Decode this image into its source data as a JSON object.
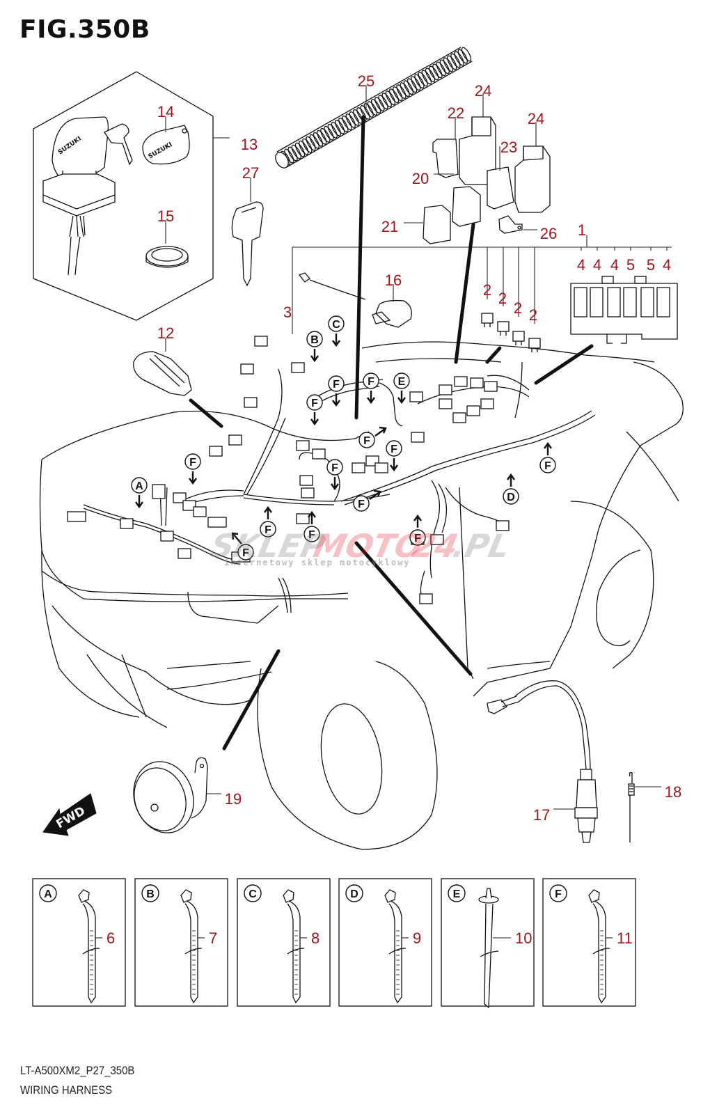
{
  "figure": {
    "title": "FIG.350B",
    "model_code": "LT-A500XM2_P27_350B",
    "section_name": "WIRING HARNESS",
    "callout_color": "#a0141c",
    "line_color": "#111111"
  },
  "watermark": {
    "brand_left": "SKLEP",
    "brand_mid": "MOTO",
    "brand_num": "24",
    "brand_right": ".PL",
    "tagline": "internetowy sklep motocyklowy"
  },
  "callouts": [
    {
      "id": "1",
      "label": "1"
    },
    {
      "id": "2a",
      "label": "2"
    },
    {
      "id": "2b",
      "label": "2"
    },
    {
      "id": "2c",
      "label": "2"
    },
    {
      "id": "2d",
      "label": "2"
    },
    {
      "id": "3",
      "label": "3"
    },
    {
      "id": "4a",
      "label": "4"
    },
    {
      "id": "4b",
      "label": "4"
    },
    {
      "id": "4c",
      "label": "4"
    },
    {
      "id": "5a",
      "label": "5"
    },
    {
      "id": "5b",
      "label": "5"
    },
    {
      "id": "4d",
      "label": "4"
    },
    {
      "id": "12",
      "label": "12"
    },
    {
      "id": "13",
      "label": "13"
    },
    {
      "id": "14",
      "label": "14"
    },
    {
      "id": "15",
      "label": "15"
    },
    {
      "id": "16",
      "label": "16"
    },
    {
      "id": "17",
      "label": "17"
    },
    {
      "id": "18",
      "label": "18"
    },
    {
      "id": "19",
      "label": "19"
    },
    {
      "id": "20",
      "label": "20"
    },
    {
      "id": "21",
      "label": "21"
    },
    {
      "id": "22",
      "label": "22"
    },
    {
      "id": "23",
      "label": "23"
    },
    {
      "id": "24a",
      "label": "24"
    },
    {
      "id": "24b",
      "label": "24"
    },
    {
      "id": "25",
      "label": "25"
    },
    {
      "id": "26",
      "label": "26"
    },
    {
      "id": "27",
      "label": "27"
    }
  ],
  "clamp_refs_on_harness": [
    "A",
    "B",
    "C",
    "D",
    "E",
    "F"
  ],
  "detail_panels": [
    {
      "ref": "A",
      "part": "6",
      "type": "clamp-tie"
    },
    {
      "ref": "B",
      "part": "7",
      "type": "clamp-tie"
    },
    {
      "ref": "C",
      "part": "8",
      "type": "clamp-tie"
    },
    {
      "ref": "D",
      "part": "9",
      "type": "clamp-tie"
    },
    {
      "ref": "E",
      "part": "10",
      "type": "push-mount-tie"
    },
    {
      "ref": "F",
      "part": "11",
      "type": "clamp-tie"
    }
  ],
  "labels": {
    "fwd": "FWD",
    "key_brand": "SUZUKI",
    "ref_A": "A",
    "ref_B": "B",
    "ref_C": "C",
    "ref_D": "D",
    "ref_E": "E",
    "ref_F": "F"
  }
}
